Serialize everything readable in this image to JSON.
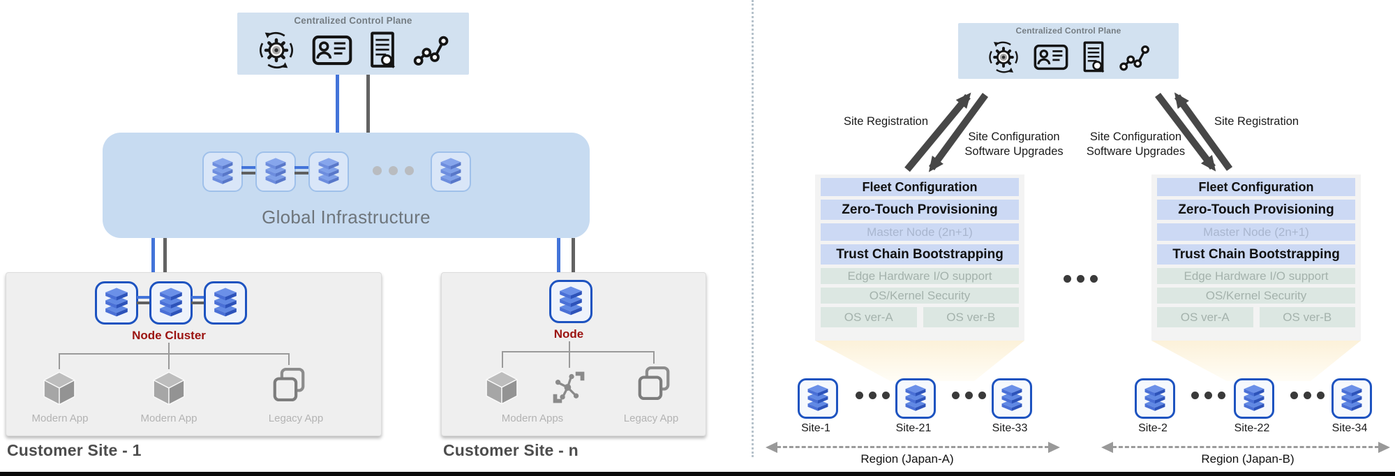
{
  "left": {
    "control_plane": {
      "title": "Centralized Control Plane",
      "icons": [
        "sync-gear-icon",
        "id-card-icon",
        "audit-document-icon",
        "network-graph-icon"
      ]
    },
    "global_infra": {
      "label": "Global Infrastructure",
      "nodes_shown": 4,
      "ellipsis": "..."
    },
    "site1": {
      "node_label": "Node Cluster",
      "apps": [
        {
          "label": "Modern App",
          "icon": "cube-icon"
        },
        {
          "label": "Modern App",
          "icon": "cube-icon"
        },
        {
          "label": "Legacy App",
          "icon": "legacy-windows-icon"
        }
      ],
      "caption": "Customer Site - 1"
    },
    "siten": {
      "node_label": "Node",
      "apps": [
        {
          "label": "Modern Apps",
          "icon": "cube-icon mesh-icon"
        },
        {
          "label": "Legacy App",
          "icon": "legacy-windows-icon"
        }
      ],
      "caption": "Customer Site - n"
    }
  },
  "right": {
    "control_plane": {
      "title": "Centralized Control Plane"
    },
    "labels": {
      "site_registration": "Site Registration",
      "site_config_line1": "Site Configuration",
      "site_config_line2": "Software Upgrades"
    },
    "fleet_rows": [
      "Fleet Configuration",
      "Zero-Touch Provisioning",
      "Master Node (2n+1)",
      "Trust Chain Bootstrapping",
      "Edge Hardware I/O support",
      "OS/Kernel Security"
    ],
    "os_rows": [
      "OS ver-A",
      "OS ver-B"
    ],
    "ellipsis": "...",
    "regions": [
      {
        "label": "Region (Japan-A)",
        "sites": [
          "Site-1",
          "Site-21",
          "Site-33"
        ]
      },
      {
        "label": "Region (Japan-B)",
        "sites": [
          "Site-2",
          "Site-22",
          "Site-34"
        ]
      }
    ]
  },
  "colors": {
    "accent_blue": "#4374d9",
    "line_gray": "#636363",
    "node_border_blue": "#1d53c0",
    "node_label_maroon": "#9b1310",
    "control_plane_bg": "#d2e1f0",
    "infra_bg": "#c7dbf1",
    "site_bg": "#efefef",
    "fleet_blue_row": "#ccd9f4",
    "fleet_green_row": "#dce7e2",
    "funnel_cream": "#fcf1d9"
  }
}
